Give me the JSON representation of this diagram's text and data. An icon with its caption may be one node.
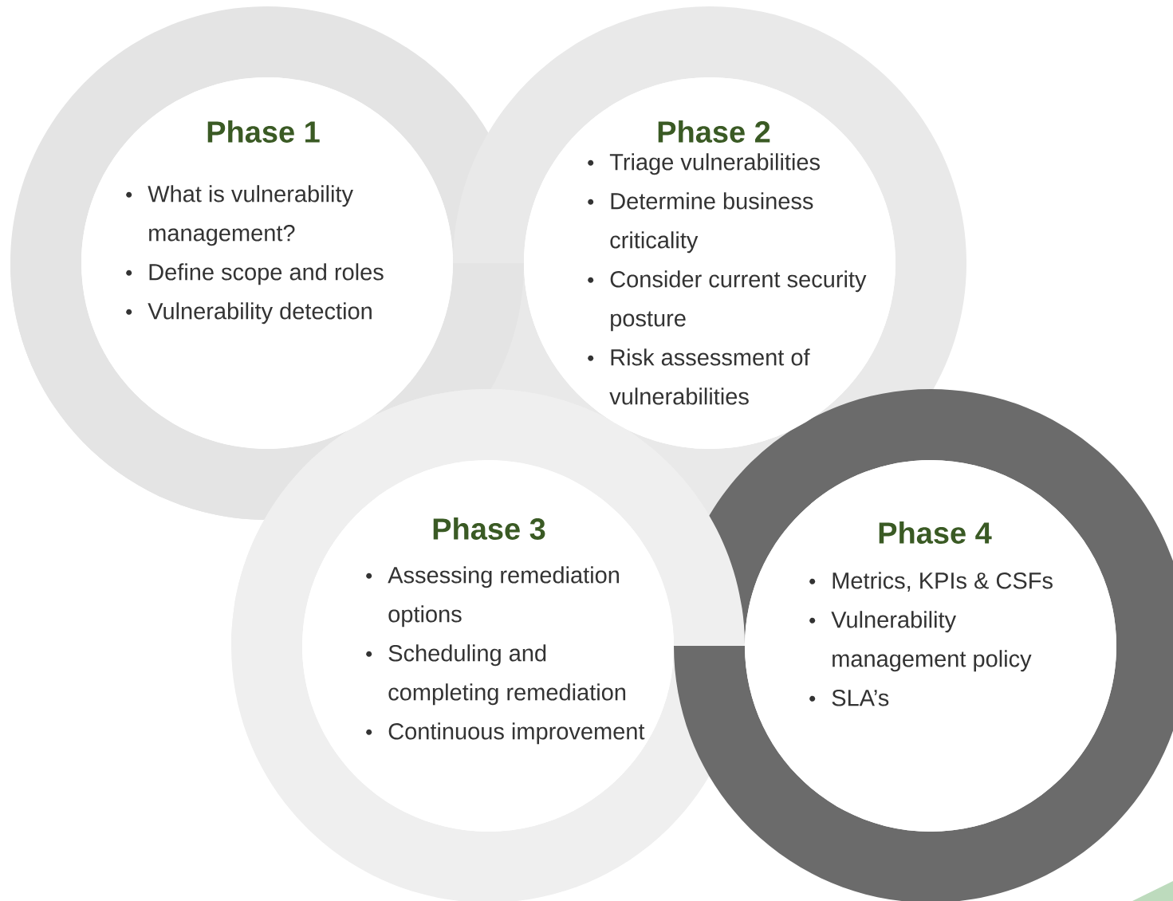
{
  "diagram": {
    "nodes": [
      {
        "text": [
          "Phase 1",
          "What is vulnerability management?",
          "Define scope and roles",
          "Vulnerability detection"
        ]
      },
      {
        "text": [
          "Phase 2",
          "Triage vulnerabilities",
          "Determine business criticality",
          "Consider current security posture",
          "Risk assessment of vulnerabilities"
        ]
      },
      {
        "text": [
          "Phase 3",
          "Assessing remediation options",
          "Scheduling and completing remediation",
          "Continuous improvement"
        ]
      },
      {
        "text": [
          "Phase 4",
          "Metrics, KPIs & CSFs",
          "Vulnerability management policy",
          "SLA’s"
        ]
      }
    ]
  }
}
